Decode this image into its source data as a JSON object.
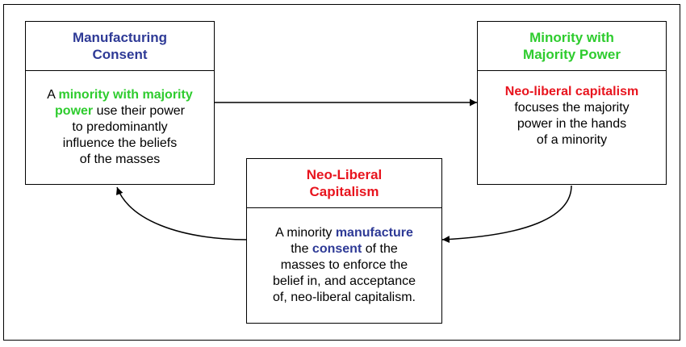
{
  "colors": {
    "title_blue": "#2e3a96",
    "title_green": "#2ecc2e",
    "title_red": "#e8141e",
    "border": "#000000"
  },
  "boxes": {
    "manufacturing_consent": {
      "title_lines": [
        "Manufacturing",
        "Consent"
      ],
      "body": {
        "l1_a": "A ",
        "l1_b": "minority with majority",
        "l2_a": "power",
        "l2_b": " use their power",
        "l3": "to predominantly",
        "l4": "influence the beliefs",
        "l5": "of the masses"
      }
    },
    "minority_majority_power": {
      "title_lines": [
        "Minority with",
        "Majority Power"
      ],
      "body": {
        "l1": "Neo-liberal capitalism",
        "l2": "focuses the majority",
        "l3": "power in the hands",
        "l4": "of a minority"
      }
    },
    "neo_liberal_capitalism": {
      "title_lines": [
        "Neo-Liberal",
        "Capitalism"
      ],
      "body": {
        "l1_a": "A minority ",
        "l1_b": "manufacture",
        "l2_a": "the ",
        "l2_b": "consent",
        "l2_c": " of the",
        "l3": "masses to enforce the",
        "l4": "belief in, and acceptance",
        "l5": "of, neo-liberal capitalism."
      }
    }
  }
}
